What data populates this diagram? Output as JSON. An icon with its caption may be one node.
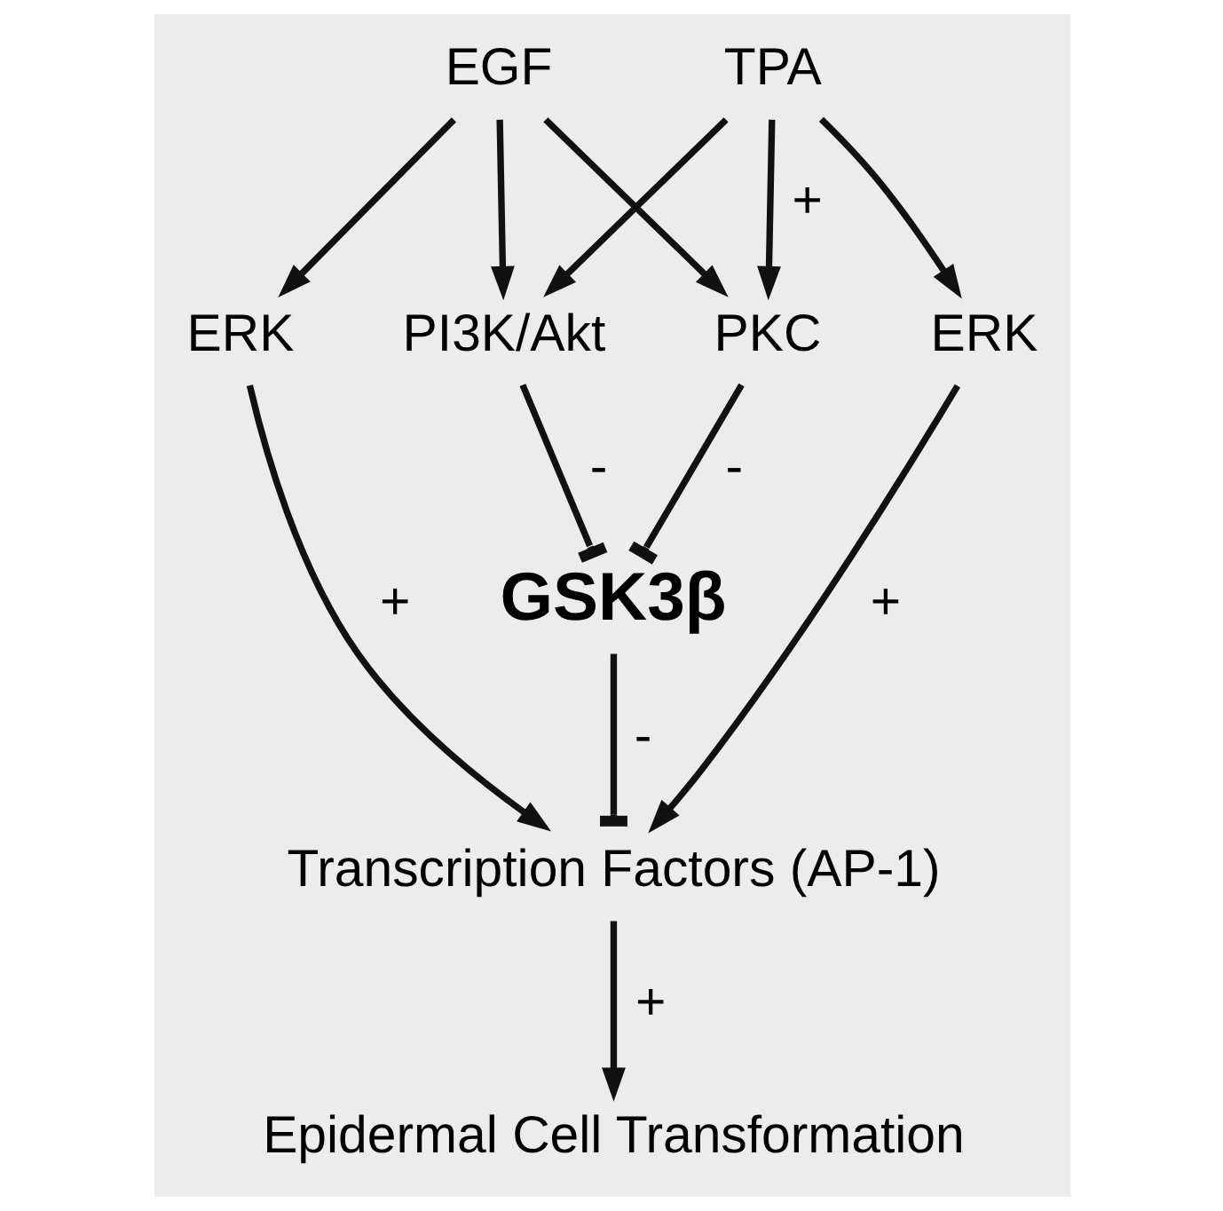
{
  "diagram": {
    "nodes": [
      {
        "text": [
          "EGF"
        ]
      },
      {
        "text": [
          "TPA"
        ]
      },
      {
        "text": [
          "ERK"
        ]
      },
      {
        "text": [
          "PI3K/Akt"
        ]
      },
      {
        "text": [
          "PKC"
        ]
      },
      {
        "text": [
          "ERK"
        ]
      },
      {
        "text": [
          "GSK3β"
        ]
      },
      {
        "text": [
          "Transcription Factors (AP-1)"
        ]
      },
      {
        "text": [
          "Epidermal Cell Transformation"
        ]
      }
    ],
    "edges": [
      {
        "from": 0,
        "to": 2,
        "arrow": "to"
      },
      {
        "from": 0,
        "to": 3,
        "arrow": "to"
      },
      {
        "from": 0,
        "to": 4,
        "arrow": "to"
      },
      {
        "from": 1,
        "to": 3,
        "arrow": "to"
      },
      {
        "from": 1,
        "to": 4,
        "arrow": "to",
        "label": "+"
      },
      {
        "from": 1,
        "to": 5,
        "arrow": "to"
      },
      {
        "from": 2,
        "to": 7,
        "arrow": "to",
        "label": "+"
      },
      {
        "from": 3,
        "to": 6,
        "arrow": "other",
        "label": "-"
      },
      {
        "from": 4,
        "to": 6,
        "arrow": "other",
        "label": "-"
      },
      {
        "from": 5,
        "to": 7,
        "arrow": "to",
        "label": "+"
      },
      {
        "from": 6,
        "to": 7,
        "arrow": "other",
        "label": "-"
      },
      {
        "from": 7,
        "to": 8,
        "arrow": "to",
        "label": "+"
      }
    ]
  }
}
